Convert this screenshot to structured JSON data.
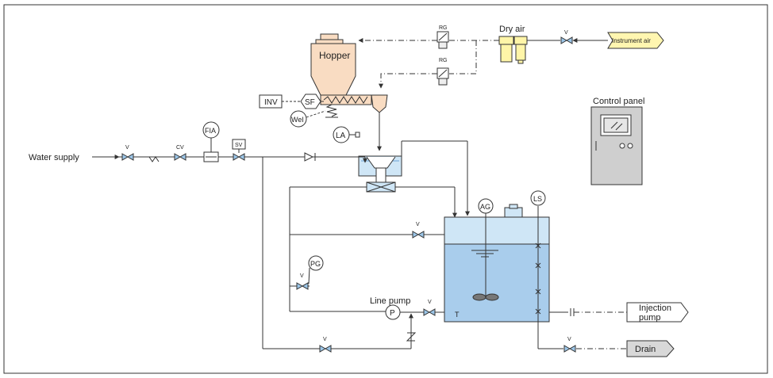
{
  "labels": {
    "hopper": "Hopper",
    "dry_air": "Dry air",
    "instrument_air": "Instrument air",
    "control_panel": "Control panel",
    "water_supply": "Water supply",
    "line_pump": "Line pump",
    "injection_pump_line1": "Injection",
    "injection_pump_line2": "pump",
    "drain": "Drain",
    "tank_mark": "T"
  },
  "tags": {
    "inv": "INV",
    "sf": "SF",
    "wei": "WeI",
    "la": "LA",
    "fia": "FIA",
    "sv": "SV",
    "cv": "CV",
    "v": "V",
    "rg": "RG",
    "ag": "AG",
    "ls": "LS",
    "pg": "PG",
    "p": "P"
  },
  "colors": {
    "tank_fill": "#cfe6f6",
    "tank_water": "#a9cdec",
    "hopper_fill": "#f9dcc2",
    "dry_air_fill": "#fff5a8",
    "valve_fill": "#9cc6e8",
    "panel_fill": "#cfcfcf",
    "tag_fill": "#ffffa8",
    "drain_fill": "#d8d8d8"
  }
}
